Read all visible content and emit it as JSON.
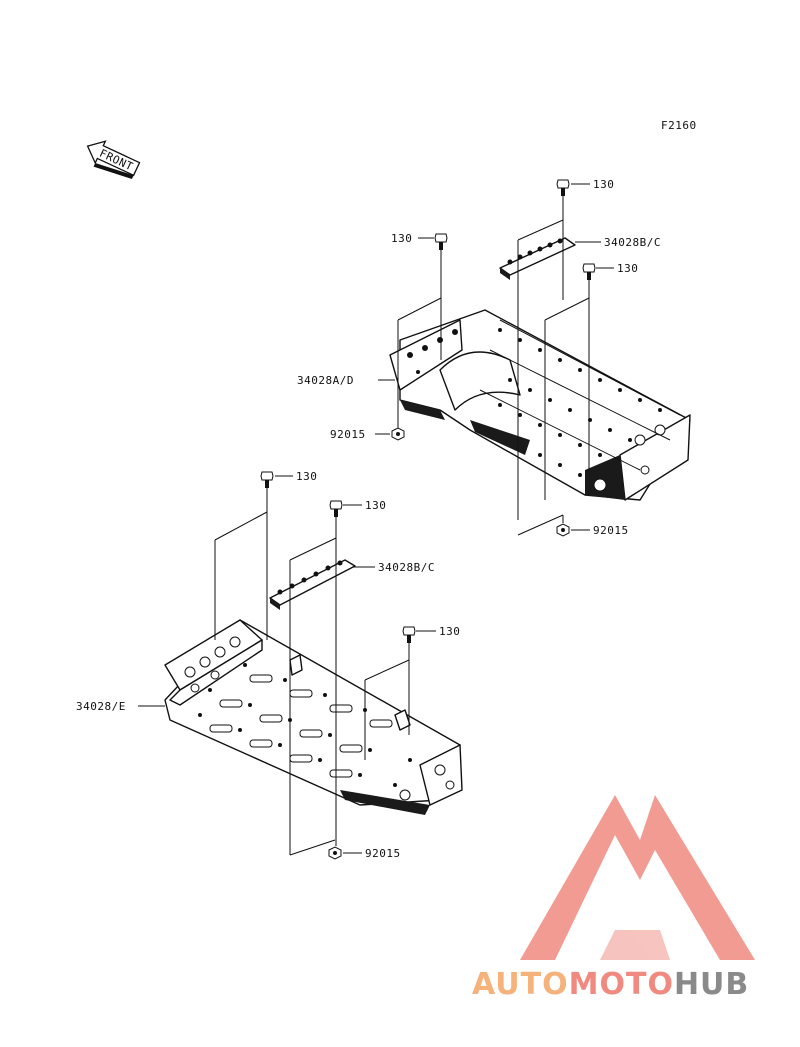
{
  "diagram_code": "F2160",
  "front_label": "FRONT",
  "labels": {
    "bolt_a": "130",
    "bolt_b": "130",
    "bolt_c": "130",
    "bolt_d": "130",
    "bolt_e": "130",
    "bolt_f": "130",
    "plate_upper": "34028B/C",
    "plate_lower": "34028B/C",
    "footboard_right": "34028A/D",
    "footboard_left": "34028/E",
    "nut_a": "92015",
    "nut_b": "92015",
    "nut_c": "92015"
  },
  "watermark": {
    "part1": "AUTO",
    "part2": "MOTO",
    "part3": "HUB",
    "color_auto": "#f5b27a",
    "color_moto": "#f08a80",
    "color_hub": "#8a8a8a",
    "logo_color": "#f08a80"
  }
}
